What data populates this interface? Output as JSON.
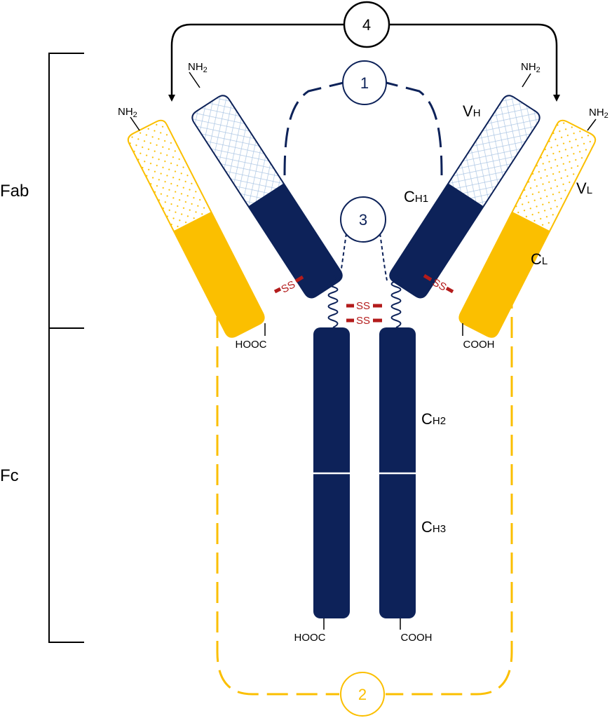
{
  "regions": {
    "fab": "Fab",
    "fc": "Fc"
  },
  "domains": {
    "vh": {
      "main": "V",
      "sub": "H"
    },
    "vl": {
      "main": "V",
      "sub": "L"
    },
    "ch1": {
      "main": "C",
      "sub": "H1"
    },
    "cl": {
      "main": "C",
      "sub": "L"
    },
    "ch2": {
      "main": "C",
      "sub": "H2"
    },
    "ch3": {
      "main": "C",
      "sub": "H3"
    }
  },
  "termini": {
    "nh2": {
      "main": "NH",
      "sub": "2"
    },
    "hooc": "HOOC",
    "cooh": "COOH"
  },
  "disulfide": "SS",
  "markers": [
    "1",
    "2",
    "3",
    "4"
  ],
  "colors": {
    "heavy_chain": "#0d2259",
    "light_chain": "#fbbf00",
    "disulfide": "#b31b1b",
    "variable_heavy_pattern": "#a9c4e3",
    "variable_light_pattern": "#fbbf00"
  }
}
